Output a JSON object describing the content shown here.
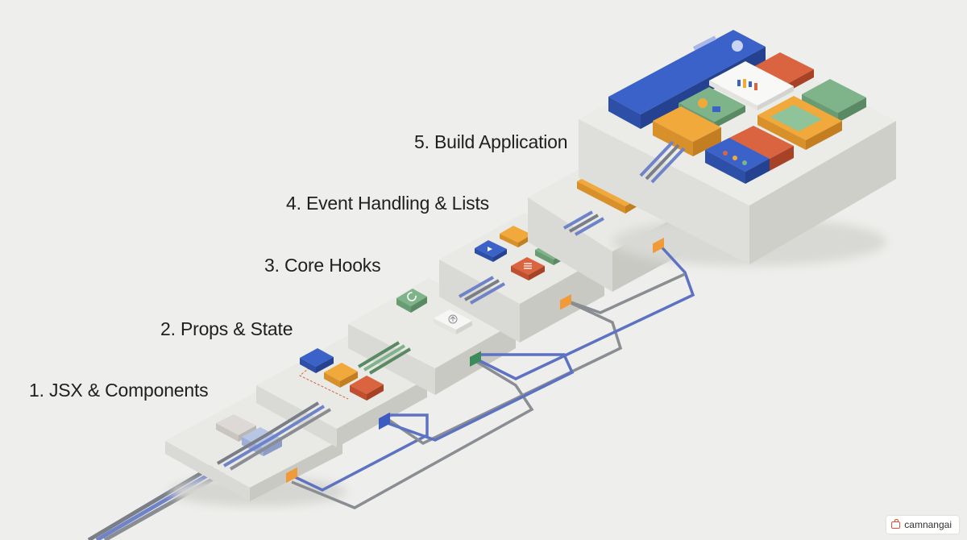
{
  "steps": [
    {
      "id": 1,
      "label": "1. JSX & Components"
    },
    {
      "id": 2,
      "label": "2. Props & State"
    },
    {
      "id": 3,
      "label": "3. Core Hooks"
    },
    {
      "id": 4,
      "label": "4. Event Handling & Lists"
    },
    {
      "id": 5,
      "label": "5. Build Application"
    }
  ],
  "watermark": {
    "text": "camnangai"
  },
  "colors": {
    "background": "#eeeeec",
    "platform_top": "#e9e9e6",
    "platform_left": "#d9d9d5",
    "platform_right": "#c9c9c4",
    "blue": "#3b62c9",
    "yellow": "#f0a93a",
    "red": "#d9643f",
    "green": "#7fb389",
    "cable_blue": "#6f83c9",
    "cable_grey": "#8a8d92",
    "port_orange": "#f09a3a",
    "port_green": "#3d8a5b",
    "port_blue": "#3d5cc2"
  },
  "icons": [
    "refresh-icon",
    "upload-icon",
    "play-icon",
    "list-icon",
    "pause-icon",
    "chart-icon"
  ]
}
